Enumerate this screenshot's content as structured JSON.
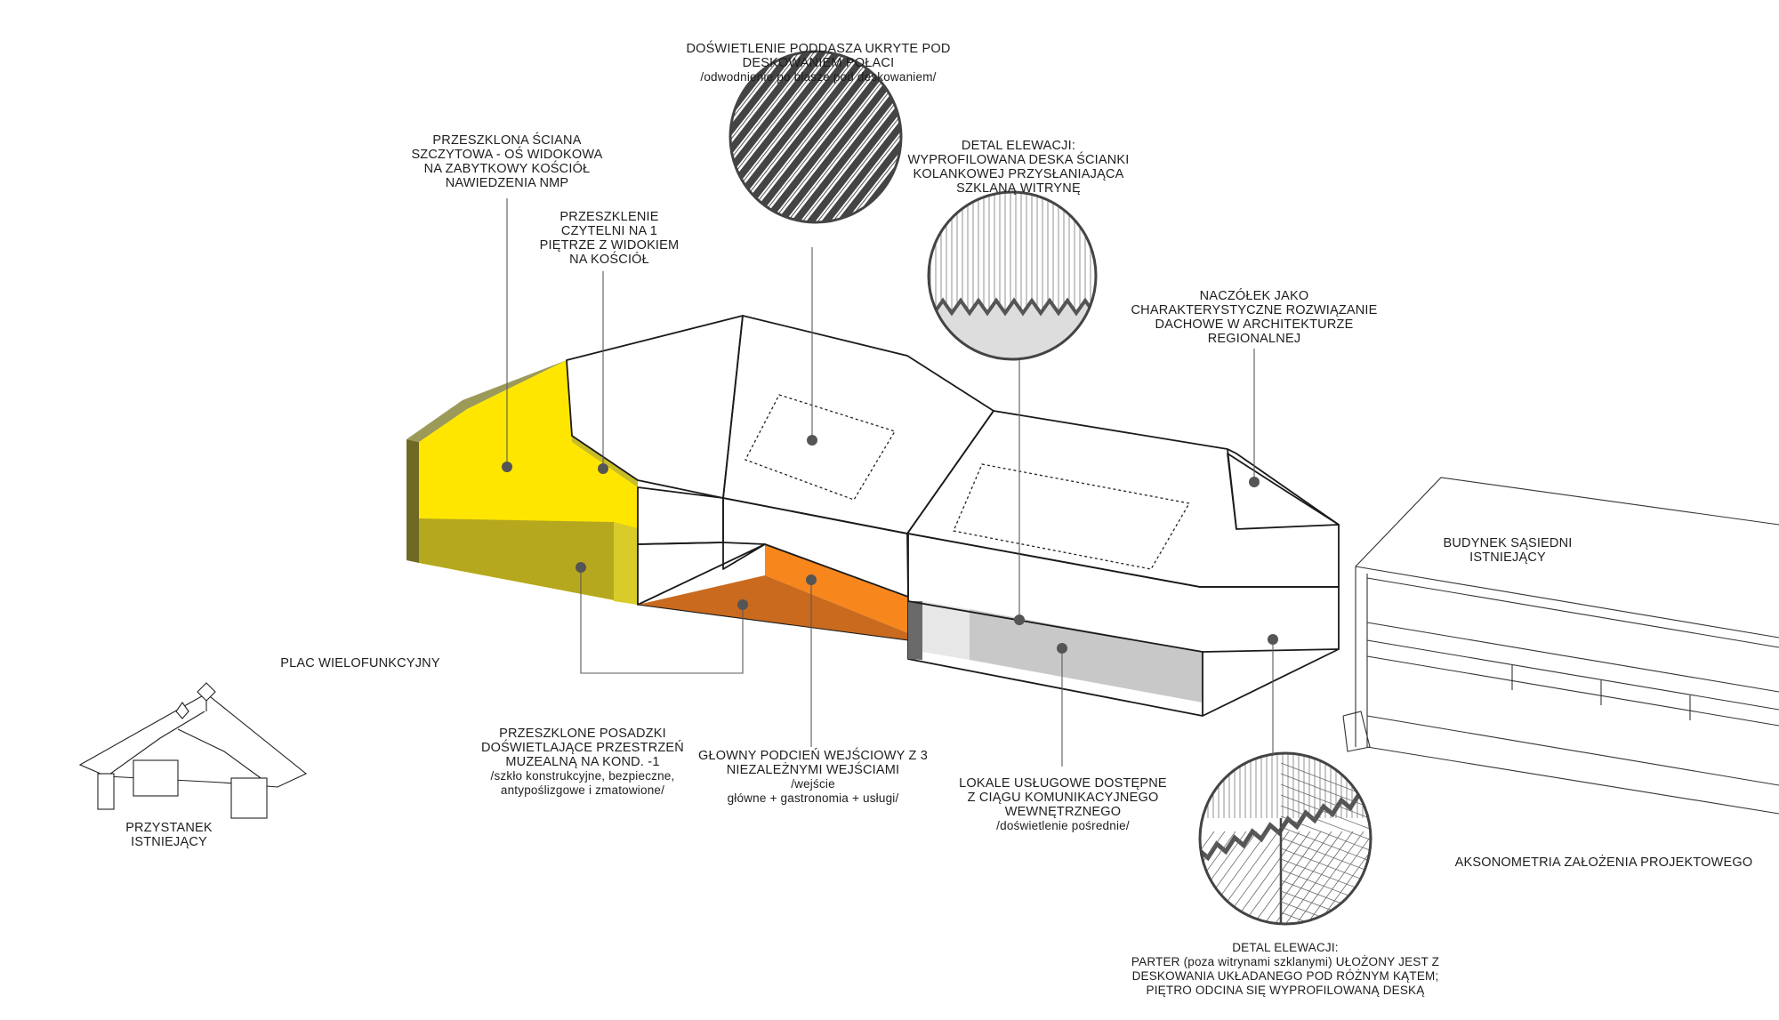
{
  "colors": {
    "glass_wall": "#ffe600",
    "glass_floor": "#b5a81e",
    "entrance": "#f7861d",
    "entrance_floor": "#c96a1e",
    "services": "#c8c8c8",
    "leader": "#555555"
  },
  "labels": {
    "glazed_gable": {
      "title": "PRZESZKLONA ŚCIANA\nSZCZYTOWA - OŚ WIDOKOWA\nNA ZABYTKOWY KOŚCIÓŁ\nNAWIEDZENIA NMP"
    },
    "reading_room": {
      "title": "PRZESZKLENIE\nCZYTELNI NA 1\nPIĘTRZE Z WIDOKIEM\nNA KOŚCIÓŁ"
    },
    "attic_light": {
      "title": "DOŚWIETLENIE PODDASZA UKRYTE POD\nDESKOWANIEM POŁACI",
      "sub": "/odwodnienie po blasze pod deskowaniem/"
    },
    "facade_detail_1": {
      "title": "DETAL ELEWACJI:\nWYPROFILOWANA DESKA ŚCIANKI\nKOLANKOWEJ PRZYSŁANIAJĄCA\nSZKLANĄ WITRYNĘ"
    },
    "gablet": {
      "title": "NACZÓŁEK JAKO\nCHARAKTERYSTYCZNE ROZWIĄZANIE\nDACHOWE W ARCHITEKTURZE\nREGIONALNEJ"
    },
    "neighbour": {
      "title": "BUDYNEK SĄSIEDNI\nISTNIEJĄCY"
    },
    "square": {
      "title": "PLAC WIELOFUNKCYJNY"
    },
    "glass_floors": {
      "title": "PRZESZKLONE POSADZKI\nDOŚWIETLAJĄCE PRZESTRZEŃ\nMUZEALNĄ NA KOND. -1",
      "sub": "/szkło konstrukcyjne, bezpieczne,\nantypoślizgowe i zmatowione/"
    },
    "main_arcade": {
      "title": "GŁOWNY PODCIEŃ WEJŚCIOWY Z 3\nNIEZALEŻNYMI WEJŚCIAMI",
      "sub": "/wejście\ngłówne + gastronomia + usługi/"
    },
    "shops": {
      "title": "LOKALE USŁUGOWE DOSTĘPNE\nZ CIĄGU KOMUNIKACYJNEGO\nWEWNĘTRZNEGO",
      "sub": "/doświetlenie pośrednie/"
    },
    "bus_stop": {
      "title": "PRZYSTANEK\nISTNIEJĄCY"
    },
    "axonometry": {
      "title": "AKSONOMETRIA ZAŁOŻENIA PROJEKTOWEGO"
    },
    "facade_detail_2": {
      "title": "DETAL ELEWACJI:\nPARTER (poza witrynami szklanymi) UŁOŻONY JEST Z\nDESKOWANIA UKŁADANEGO POD RÓŻNYM KĄTEM;\nPIĘTRO ODCINA SIĘ WYPROFILOWANĄ DESKĄ"
    }
  }
}
